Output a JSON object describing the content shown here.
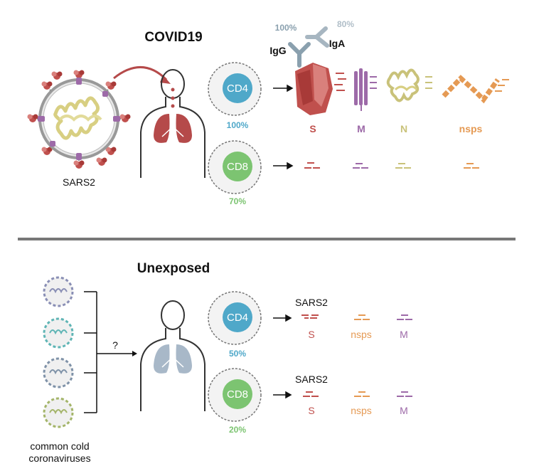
{
  "covid": {
    "title": "COVID19",
    "virus_label": "SARS2",
    "antibodies": [
      {
        "name": "IgG",
        "pct": "100%"
      },
      {
        "name": "IgA",
        "pct": "80%"
      }
    ],
    "cd4": {
      "label": "CD4",
      "pct": "100%"
    },
    "cd8": {
      "label": "CD8",
      "pct": "70%"
    },
    "proteins": [
      "S",
      "M",
      "N",
      "nsps"
    ]
  },
  "unexposed": {
    "title": "Unexposed",
    "viruses_label_line1": "common cold",
    "viruses_label_line2": "coronaviruses",
    "question": "?",
    "cd4": {
      "label": "CD4",
      "pct": "50%",
      "target": "SARS2",
      "proteins": [
        "S",
        "nsps",
        "M"
      ]
    },
    "cd8": {
      "label": "CD8",
      "pct": "20%",
      "target": "SARS2",
      "proteins": [
        "S",
        "nsps",
        "M"
      ]
    }
  },
  "colors": {
    "cd4": "#4fa8c9",
    "cd8": "#7cc471",
    "spike": "#c0504d",
    "membrane": "#9d6aa8",
    "nucleocapsid": "#c9c27a",
    "nsps": "#e59a54",
    "antibody": "#8aa0ae",
    "lung_covid": "#b54a4a",
    "lung_unexposed": "#a8b8c8",
    "divider": "#777777"
  }
}
